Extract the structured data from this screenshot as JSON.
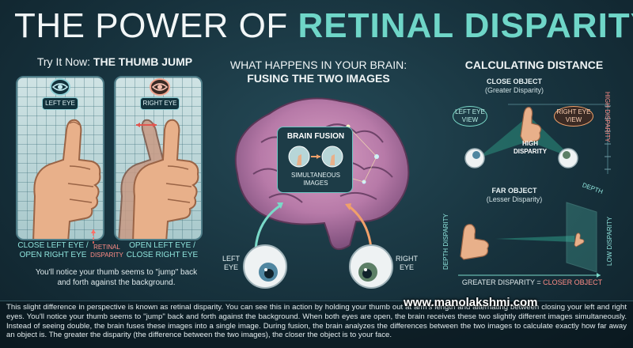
{
  "title": {
    "part1": "THE POWER OF ",
    "part2": "RETINAL DISPARITY"
  },
  "thumb_section": {
    "title_prefix": "Try It Now: ",
    "title_bold": "THE THUMB JUMP",
    "left_badge": "LEFT EYE",
    "right_badge": "RIGHT EYE",
    "caption_left": [
      "CLOSE LEFT EYE /",
      "OPEN RIGHT EYE"
    ],
    "caption_mid": [
      "RETINAL",
      "DISPARITY"
    ],
    "caption_right": [
      "OPEN LEFT EYE /",
      "CLOSE RIGHT EYE"
    ],
    "note": [
      "You'll notice your thumb seems to \"jump\" back",
      "and forth against the background."
    ]
  },
  "brain_section": {
    "title_line1": "WHAT HAPPENS IN YOUR BRAIN:",
    "title_line2": "FUSING THE TWO IMAGES",
    "fusion_label": "BRAIN FUSION",
    "simultaneous": [
      "SIMULTANEOUS",
      "IMAGES"
    ],
    "left_eye": [
      "LEFT",
      "EYE"
    ],
    "right_eye": [
      "RIGHT",
      "EYE"
    ]
  },
  "distance_section": {
    "title": "CALCULATING DISTANCE",
    "close_title": "CLOSE OBJECT",
    "close_sub": "(Greater Disparity)",
    "left_view": [
      "LEFT EYE",
      "VIEW"
    ],
    "right_view": [
      "RIGHT EYE",
      "VIEW"
    ],
    "high_disparity": [
      "HIGH",
      "DISPARITY"
    ],
    "axis_high": "HIGH DISPARITY",
    "far_title": "FAR OBJECT",
    "far_sub": "(Lesser Disparity)",
    "depth_disparity": "DEPTH DISPARITY",
    "depth": "DEPTH",
    "axis_low": "LOW DISPARITY",
    "greater": "GREATER DISPARITY",
    "equals": " = ",
    "closer": "CLOSER OBJECT"
  },
  "bottom_text": "This slight difference in perspective is known as retinal disparity. You can see this in action by holding your thumb out at arm's length and alternating between closing your left and right eyes. You'll notice your thumb seems to \"jump\" back and forth against the background. When both eyes are open, the brain receives these two slightly different images simultaneously. Instead of seeing double, the brain fuses these images into a single image. During fusion, the brain analyzes the differences between the two images to calculate exactly how far away an object is. The greater the disparity (the difference between the two images), the closer the object is to your face.",
  "watermark": "www.manolakshmi.com",
  "colors": {
    "accent_teal": "#6fd6c8",
    "accent_red": "#ff8c86",
    "background": "#17323d"
  }
}
